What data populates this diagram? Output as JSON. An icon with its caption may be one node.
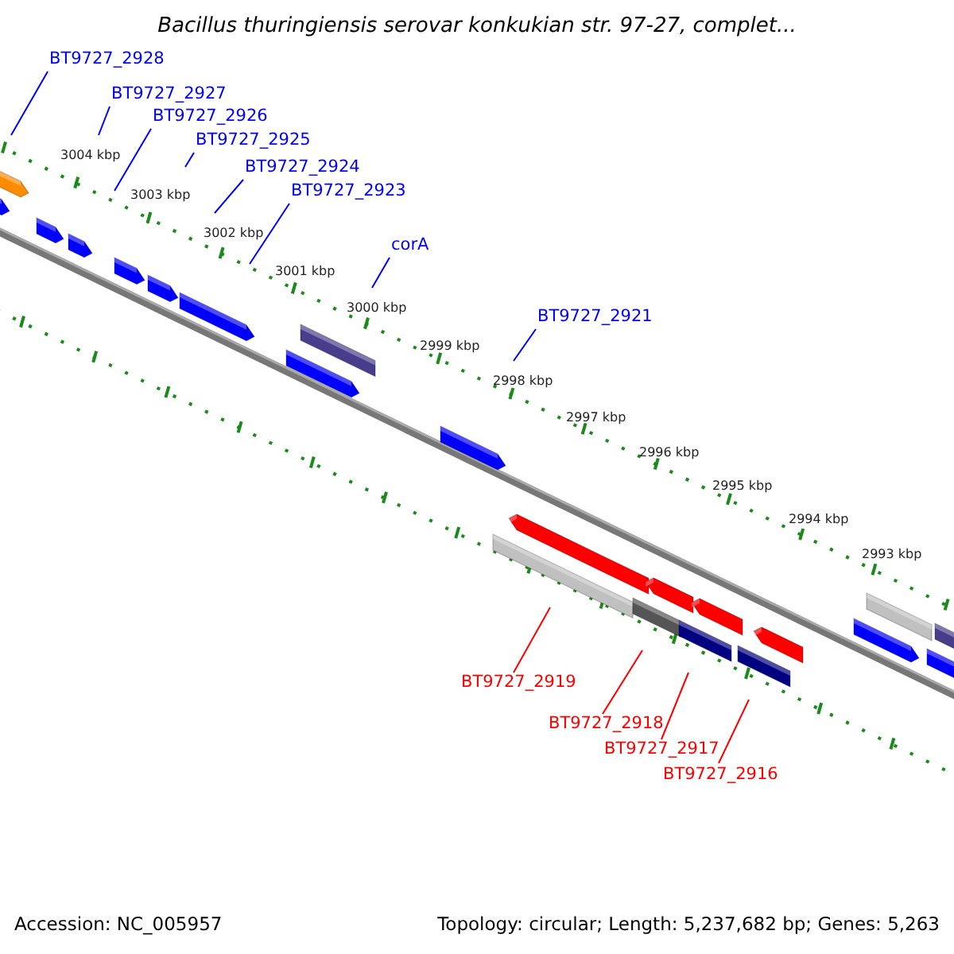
{
  "diagram": {
    "title": "Bacillus thuringiensis serovar konkukian str. 97-27, complet...",
    "nodes": [
      {
        "text": [
          "BT9727_2928"
        ]
      },
      {
        "text": [
          "BT9727_2927"
        ]
      },
      {
        "text": [
          "BT9727_2926"
        ]
      },
      {
        "text": [
          "BT9727_2925"
        ]
      },
      {
        "text": [
          "BT9727_2924"
        ]
      },
      {
        "text": [
          "BT9727_2923"
        ]
      },
      {
        "text": [
          "corA"
        ]
      },
      {
        "text": [
          "BT9727_2921"
        ]
      },
      {
        "text": [
          "BT9727_2919"
        ]
      },
      {
        "text": [
          "BT9727_2918"
        ]
      },
      {
        "text": [
          "BT9727_2917"
        ]
      },
      {
        "text": [
          "BT9727_2916"
        ]
      }
    ],
    "edges": [
      {
        "from": 0,
        "to": null,
        "arrow": "none"
      },
      {
        "from": 1,
        "to": null,
        "arrow": "none"
      },
      {
        "from": 2,
        "to": null,
        "arrow": "none"
      },
      {
        "from": 3,
        "to": null,
        "arrow": "none"
      },
      {
        "from": 4,
        "to": null,
        "arrow": "none"
      },
      {
        "from": 5,
        "to": null,
        "arrow": "none"
      },
      {
        "from": 6,
        "to": null,
        "arrow": "none"
      },
      {
        "from": 7,
        "to": null,
        "arrow": "none"
      },
      {
        "from": 8,
        "to": null,
        "arrow": "none",
        "color": "#ff0000"
      },
      {
        "from": 9,
        "to": null,
        "arrow": "none",
        "color": "#ff0000"
      },
      {
        "from": 10,
        "to": null,
        "arrow": "none",
        "color": "#ff0000"
      },
      {
        "from": 11,
        "to": null,
        "arrow": "none",
        "color": "#ff0000"
      }
    ],
    "labels": [
      "3004 kbp",
      "3003 kbp",
      "3002 kbp",
      "3001 kbp",
      "3000 kbp",
      "2999 kbp",
      "2998 kbp",
      "2997 kbp",
      "2996 kbp",
      "2995 kbp",
      "2994 kbp",
      "2993 kbp",
      "Accession: NC_005957",
      "Topology: circular; Length: 5,237,682 bp; Genes: 5,263"
    ]
  }
}
